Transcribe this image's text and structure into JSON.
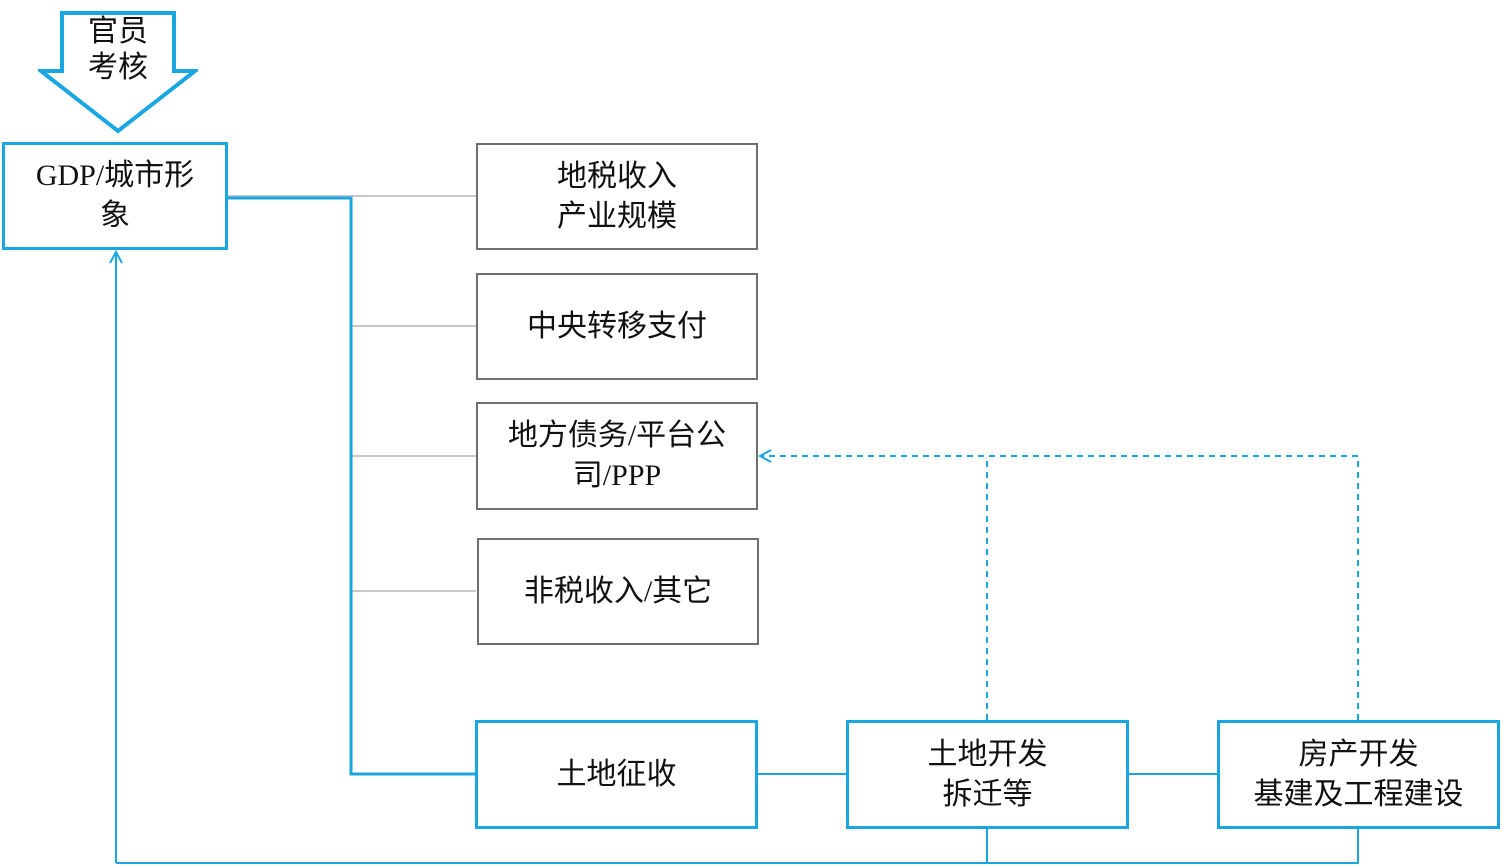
{
  "arrow": {
    "line1": "官员",
    "line2": "考核"
  },
  "gdp": {
    "line1": "GDP/城市形",
    "line2": "象"
  },
  "tax_revenue": {
    "line1": "地税收入",
    "line2": "产业规模"
  },
  "central_transfer": {
    "line1": "中央转移支付"
  },
  "local_debt": {
    "line1": "地方债务/平台公",
    "line2": "司/PPP"
  },
  "non_tax": {
    "line1": "非税收入/其它"
  },
  "land_acquisition": {
    "line1": "土地征收"
  },
  "land_development": {
    "line1": "土地开发",
    "line2": "拆迁等"
  },
  "real_estate": {
    "line1": "房产开发",
    "line2": "基建及工程建设"
  },
  "colors": {
    "accent": "#1aa7e1",
    "box_border": "#6f6f6f",
    "connector": "#c8c8c8"
  }
}
